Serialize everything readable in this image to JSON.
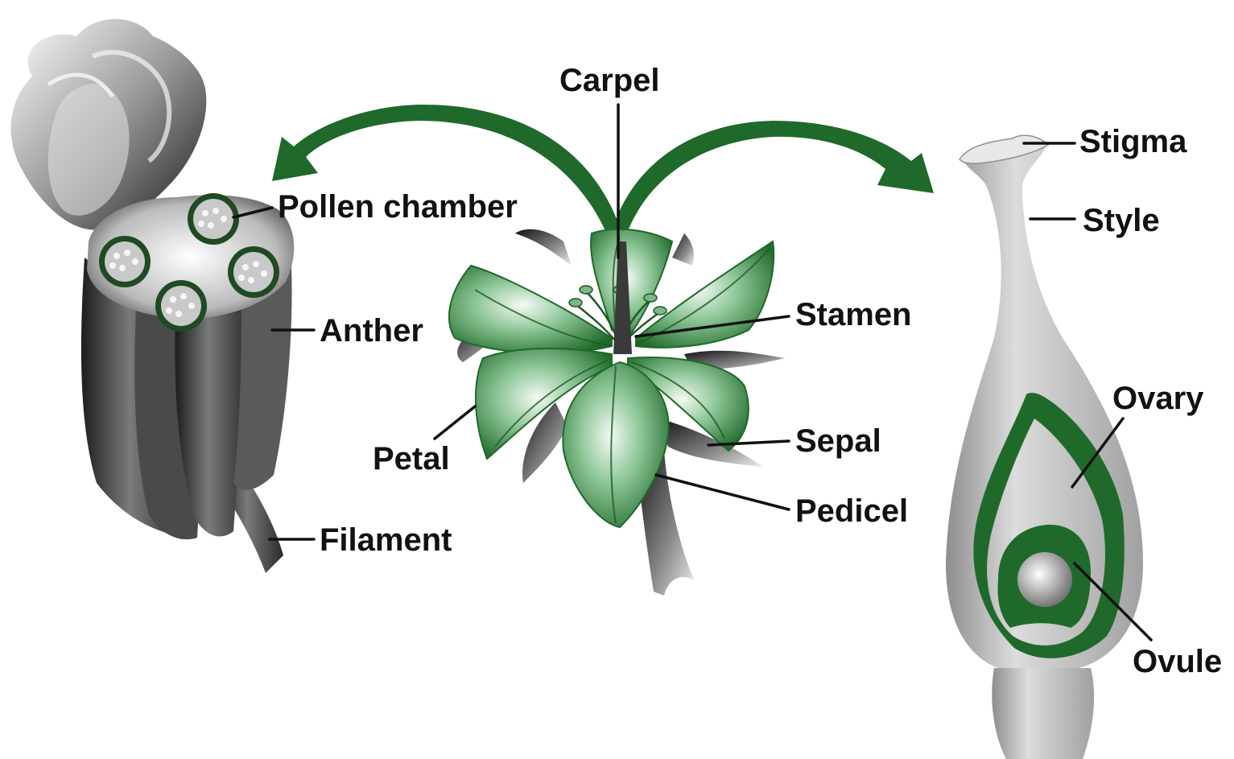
{
  "labels": {
    "carpel": "Carpel",
    "pollen_chamber": "Pollen chamber",
    "anther": "Anther",
    "filament": "Filament",
    "petal": "Petal",
    "stamen": "Stamen",
    "sepal": "Sepal",
    "pedicel": "Pedicel",
    "stigma": "Stigma",
    "style": "Style",
    "ovary": "Ovary",
    "ovule": "Ovule"
  },
  "colors": {
    "arrow_green": "#1f6a2a",
    "petal_green": "#2f8a40",
    "carpel_gray": "#b8b8b8",
    "anther_dark": "#3a3a3a",
    "text": "#111111"
  },
  "icons": {
    "left_arrow": "curved-arrow-left",
    "right_arrow": "curved-arrow-right"
  }
}
